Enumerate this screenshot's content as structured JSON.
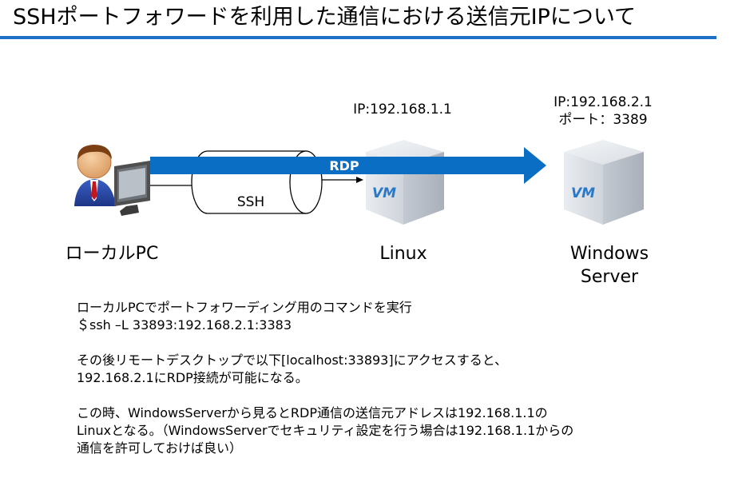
{
  "title": "SSHポートフォワードを利用した通信における送信元IPについて",
  "colors": {
    "accent": "#1f6fc5",
    "arrow": "#0a6fc4",
    "vm_cube": "#dfe2e7",
    "vm_logo": "#2a78c8"
  },
  "nodes": {
    "local_pc": {
      "label": "ローカルPC",
      "icon": "user-computer-icon"
    },
    "linux": {
      "label": "Linux",
      "ip": "IP:192.168.1.1",
      "icon": "vm-cube-icon",
      "logo": "VM"
    },
    "windows": {
      "label_line1": "Windows",
      "label_line2": "Server",
      "ip": "IP:192.168.2.1",
      "port": "ポート：3389",
      "icon": "vm-cube-icon",
      "logo": "VM"
    }
  },
  "links": {
    "rdp_label": "RDP",
    "ssh_label": "SSH"
  },
  "notes": {
    "line1": "ローカルPCでポートフォワーディング用のコマンドを実行",
    "line2": "＄ssh –L 33893:192.168.2.1:3383",
    "line3": "その後リモートデスクトップで以下[localhost:33893]にアクセスすると、",
    "line4": "192.168.2.1にRDP接続が可能になる。",
    "line5": "この時、WindowsServerから見るとRDP通信の送信元アドレスは192.168.1.1の",
    "line6": "Linuxとなる。（WindowsServerでセキュリティ設定を行う場合は192.168.1.1からの",
    "line7": "通信を許可しておけば良い）"
  }
}
